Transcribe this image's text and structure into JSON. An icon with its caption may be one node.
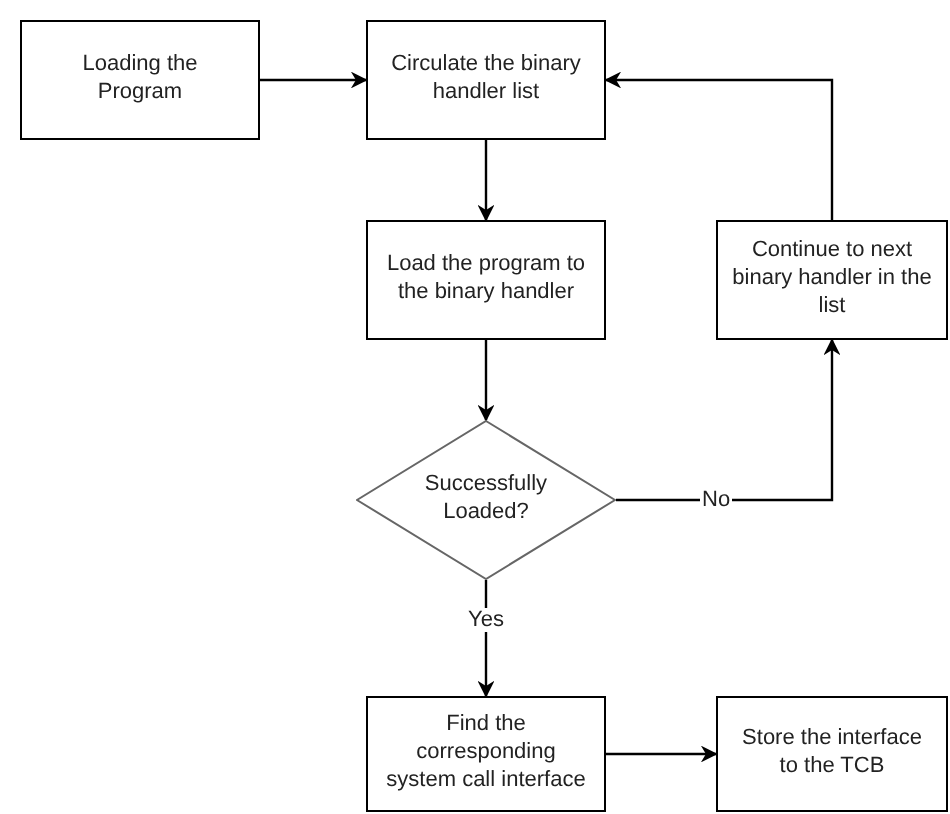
{
  "diagram": {
    "nodes": [
      {
        "text": [
          "Loading the Program"
        ]
      },
      {
        "text": [
          "Circulate the binary handler list"
        ]
      },
      {
        "text": [
          "Load the program to the binary handler"
        ]
      },
      {
        "text": [
          "Continue to next binary handler in the list"
        ]
      },
      {
        "text": [
          "Successfully Loaded?"
        ]
      },
      {
        "text": [
          "Find the corresponding system call interface"
        ]
      },
      {
        "text": [
          "Store the interface to the TCB"
        ]
      }
    ],
    "edges": [
      {
        "from": 0,
        "to": 1,
        "arrow": "to"
      },
      {
        "from": 1,
        "to": 2,
        "arrow": "to"
      },
      {
        "from": 2,
        "to": 4,
        "arrow": "to"
      },
      {
        "from": 4,
        "to": 3,
        "arrow": "to",
        "label": "No"
      },
      {
        "from": 3,
        "to": 1,
        "arrow": "to"
      },
      {
        "from": 4,
        "to": 5,
        "arrow": "to",
        "label": "Yes"
      },
      {
        "from": 5,
        "to": 6,
        "arrow": "to"
      }
    ]
  }
}
